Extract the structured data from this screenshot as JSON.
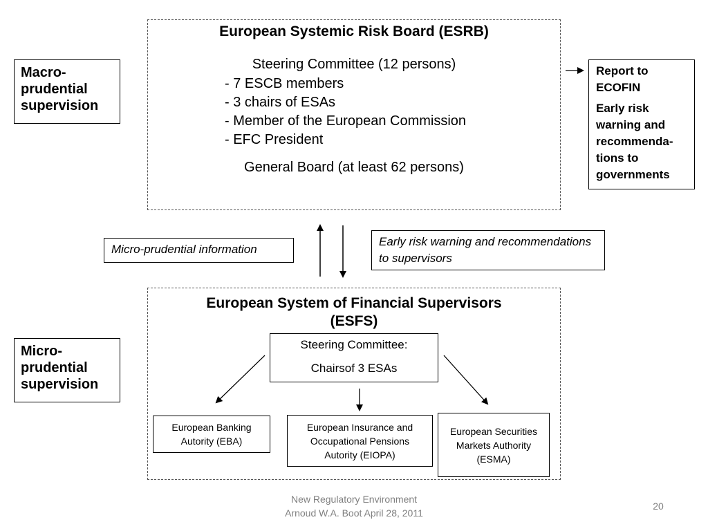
{
  "esrb": {
    "title": "European Systemic Risk Board (ESRB)",
    "steering_title": "Steering Committee (12 persons)",
    "steering_members": [
      "- 7 ESCB members",
      "- 3 chairs of ESAs",
      "- Member of the European Commission",
      "- EFC President"
    ],
    "general_board": "General Board (at least 62 persons)"
  },
  "macro_label": [
    "Macro-",
    "prudential",
    "supervision"
  ],
  "micro_label": [
    "Micro-",
    "prudential",
    "supervision"
  ],
  "report": {
    "line1": "Report to ECOFIN",
    "line2": "Early risk warning and recommenda-tions to governments"
  },
  "micro_info": "Micro-prudential information",
  "early_warning": "Early risk warning and recommendations to supervisors",
  "esfs": {
    "title_line1": "European System of Financial Supervisors",
    "title_line2": "(ESFS)",
    "steering_line1": "Steering Committee:",
    "steering_line2": "Chairsof 3 ESAs",
    "eba": "European Banking Autority (EBA)",
    "eiopa": "European Insurance and Occupational Pensions Autority (EIOPA)",
    "esma": "European Securities Markets Authority (ESMA)"
  },
  "footer": {
    "line1": "New Regulatory Environment",
    "line2": "Arnoud W.A. Boot April 28, 2011",
    "page": "20"
  }
}
